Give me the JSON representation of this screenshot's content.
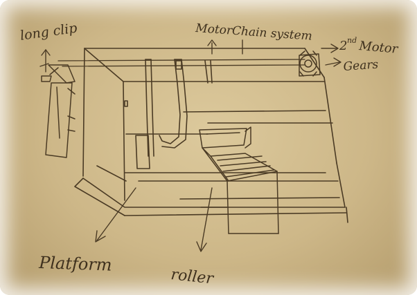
{
  "labels": {
    "long_clip": "long clip",
    "motor_chain": "MotorChain system",
    "second_motor_ordinal": "2",
    "second_motor_sup": "nd",
    "second_motor_word": "Motor",
    "gears": "Gears",
    "platform": "Platform",
    "roller": "roller"
  },
  "colors": {
    "paper": "#cdb788",
    "ink": "#4a3a24"
  }
}
